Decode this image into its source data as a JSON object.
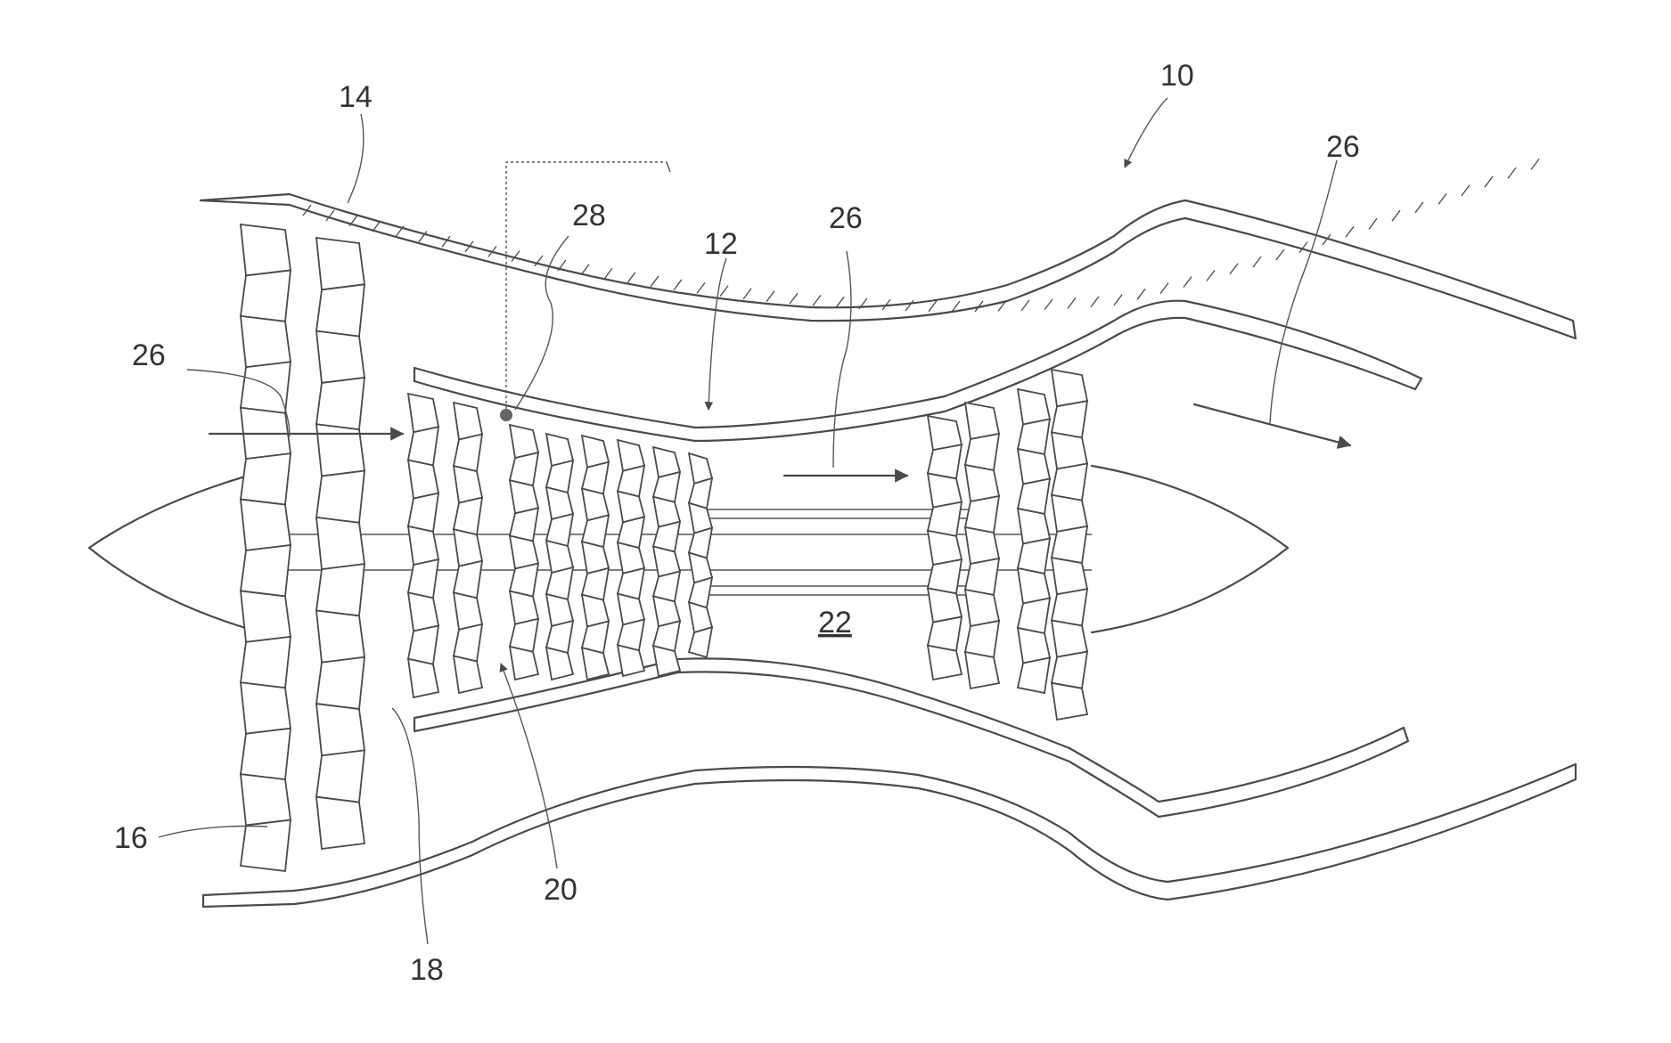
{
  "labels": {
    "engine": "10",
    "core_engine": "12",
    "nacelle": "14",
    "fan": "16",
    "low_pressure_compressor": "18",
    "high_pressure_compressor": "20",
    "combustor": "22",
    "airflow_inlet": "26",
    "airflow_core": "26",
    "airflow_bypass": "26",
    "sensor": "28"
  }
}
